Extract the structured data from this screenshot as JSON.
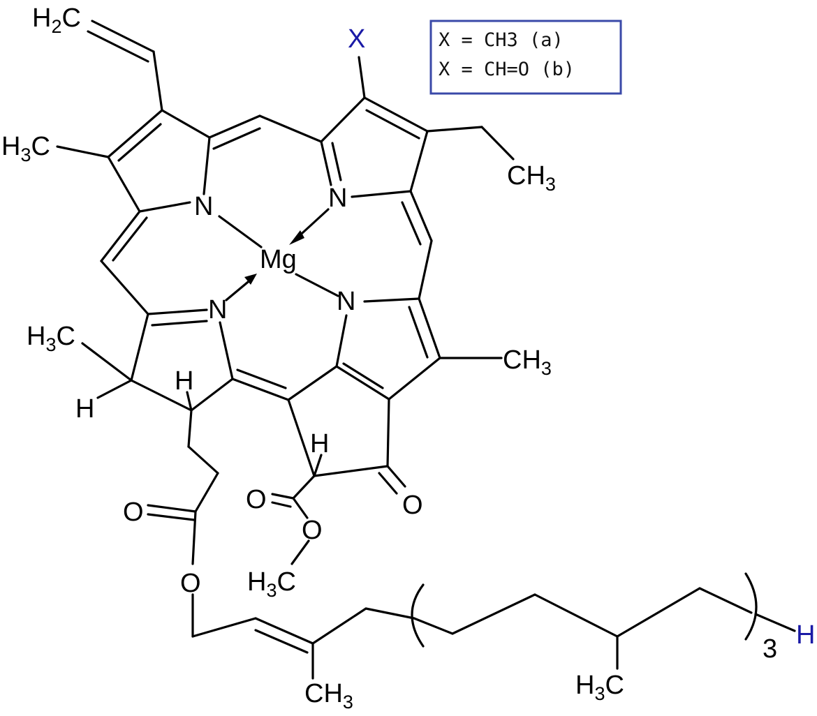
{
  "legend": {
    "line_a": "X = CH3  (a)",
    "line_b": "X = CH=O (b)",
    "border_color": "#3a49a8"
  },
  "substituent_label": "X",
  "terminal_h": "H",
  "repeat_count": "3",
  "accent_color": "#1a1aa6",
  "atoms": {
    "mg": "Mg",
    "n": "N",
    "o": "O",
    "h": "H",
    "c": "C",
    "ch": "CH",
    "two": "2",
    "three": "3"
  }
}
